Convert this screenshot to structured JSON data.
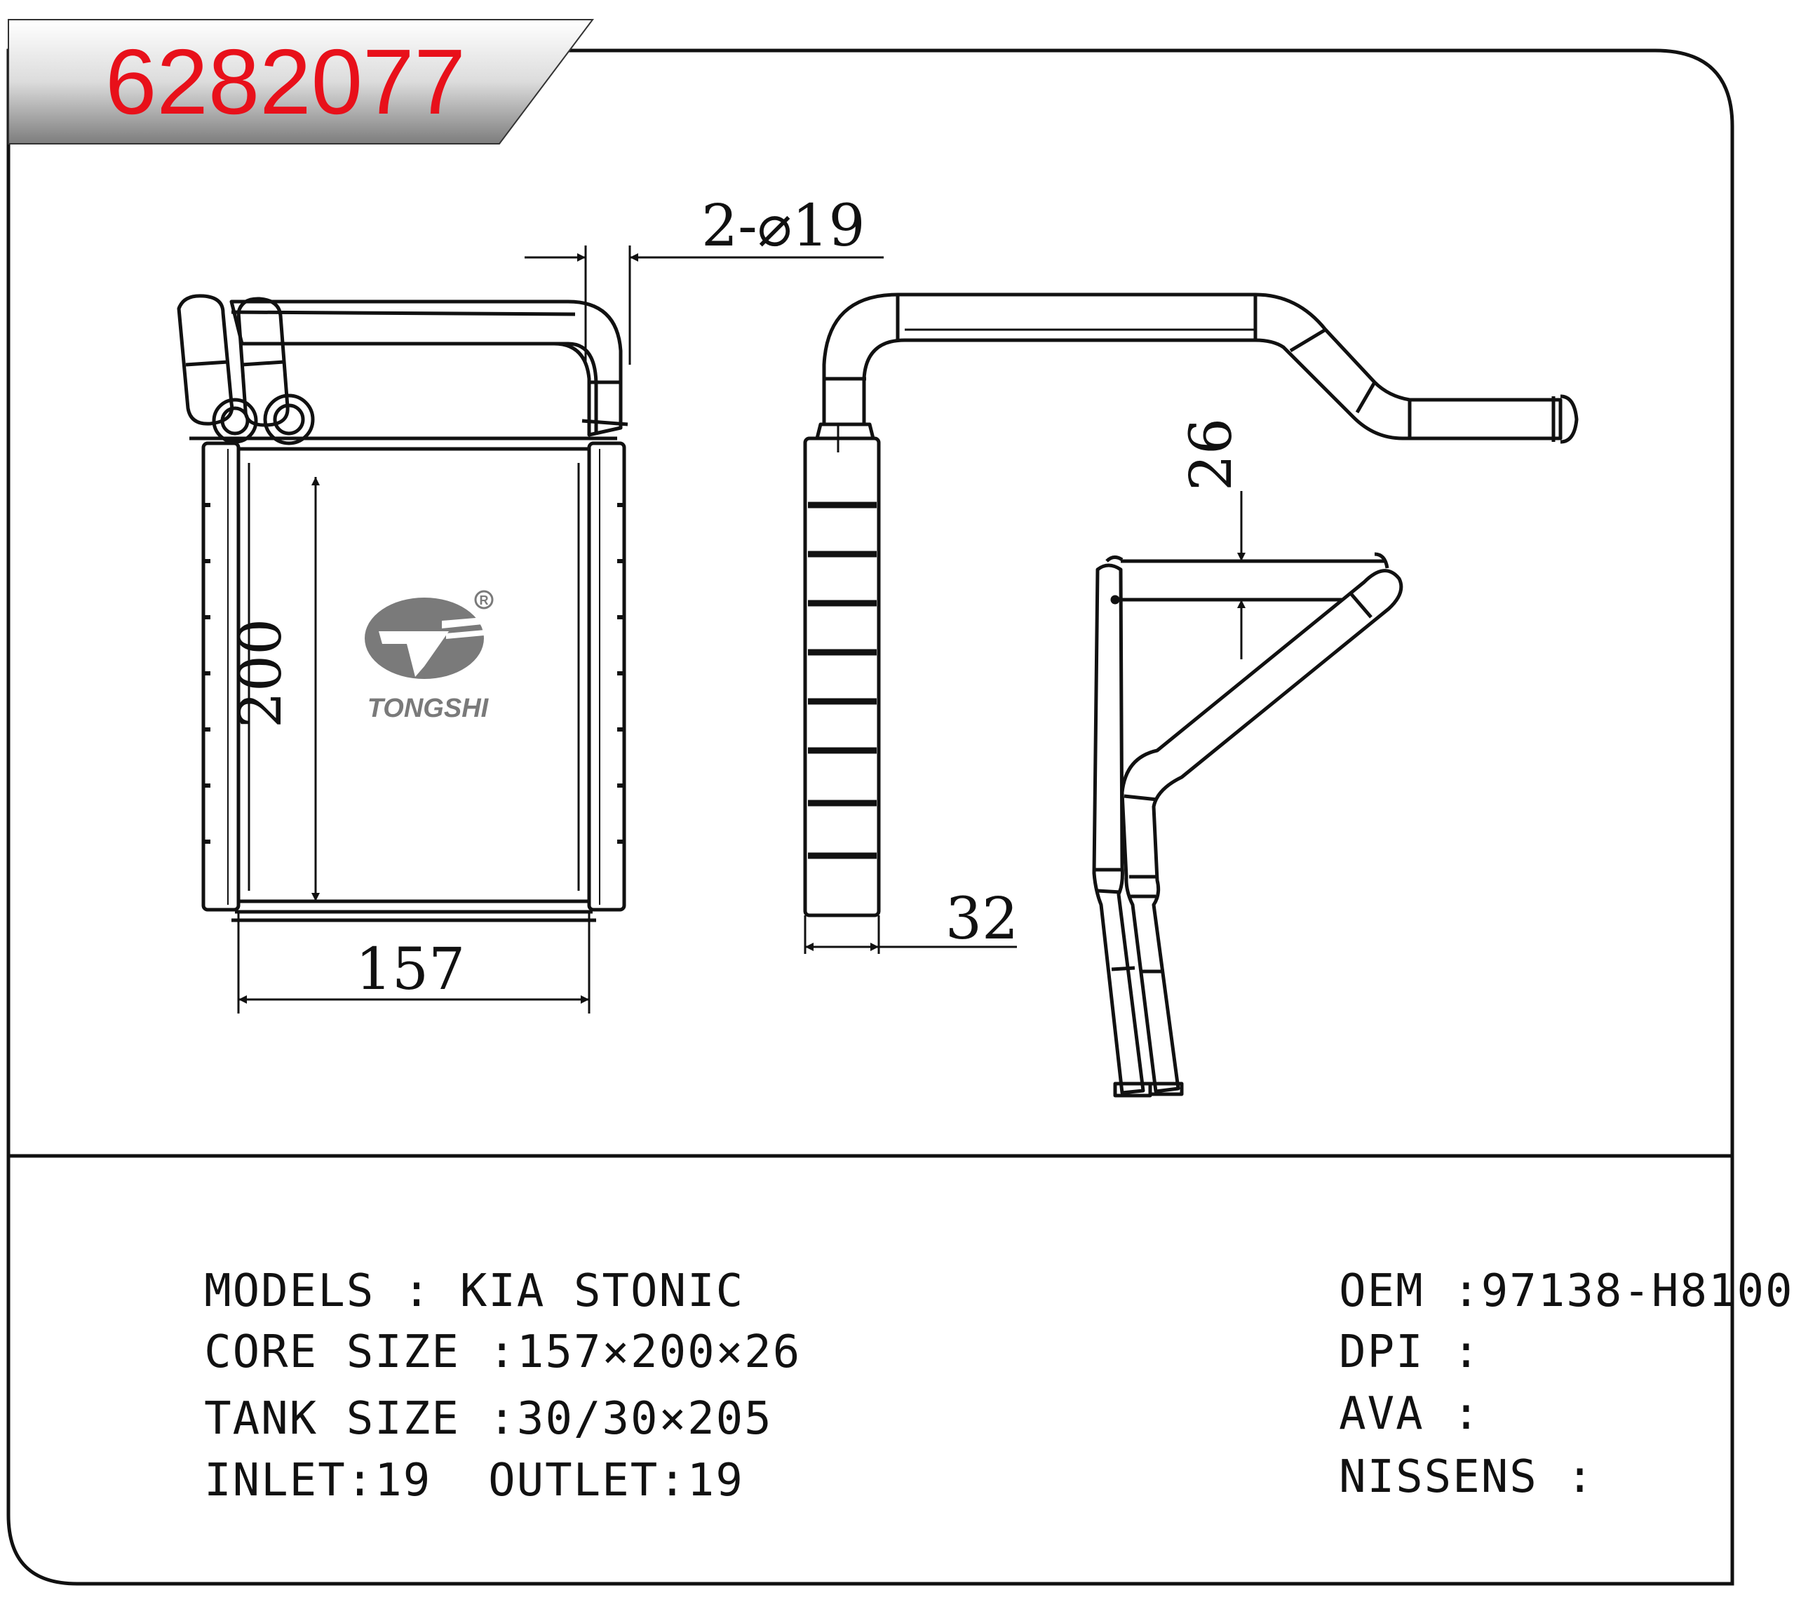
{
  "part_number": "6282077",
  "brand": {
    "name": "TONGSHI",
    "registered_mark": "R"
  },
  "dimensions": {
    "pipe": "2-⌀19",
    "height": "200",
    "width": "157",
    "depth_side": "32",
    "depth_top": "26"
  },
  "specs_left": [
    {
      "label": "MODELS : ",
      "value": "KIA STONIC"
    },
    {
      "label": "CORE SIZE :",
      "value": "157×200×26"
    },
    {
      "label": "TANK SIZE :",
      "value": "30/30×205"
    },
    {
      "label": "INLET:",
      "value": "19"
    }
  ],
  "outlet": {
    "label": "OUTLET:",
    "value": "19"
  },
  "specs_right": [
    {
      "label": "OEM :",
      "value": "97138-H8100"
    },
    {
      "label": "DPI :",
      "value": ""
    },
    {
      "label": "AVA :",
      "value": ""
    },
    {
      "label": "NISSENS :",
      "value": ""
    }
  ],
  "colors": {
    "part_number": "#e8101a",
    "line": "#111111",
    "logo": "#7a7a7a"
  }
}
